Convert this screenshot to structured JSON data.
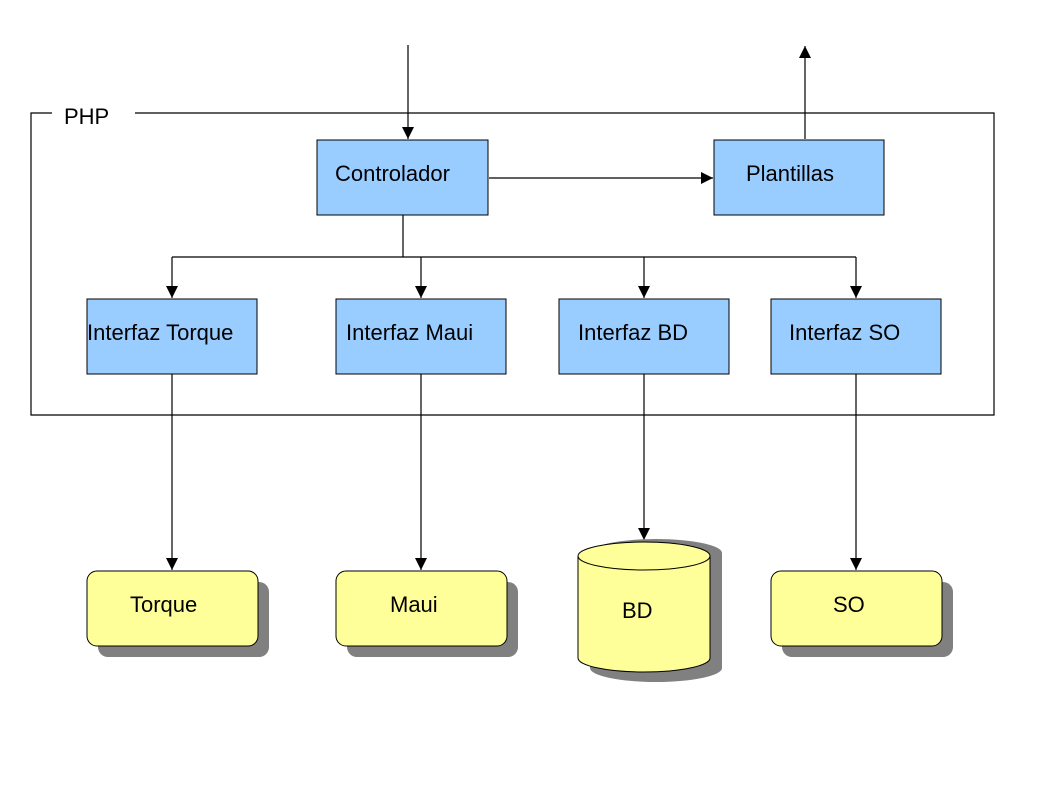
{
  "colors": {
    "module_fill": "#99ccff",
    "external_fill": "#ffff99",
    "shadow": "#808080",
    "line": "#000000"
  },
  "php_container": {
    "label": "PHP"
  },
  "modules": {
    "controlador": "Controlador",
    "plantillas": "Plantillas",
    "interfaz_torque": "Interfaz Torque",
    "interfaz_maui": "Interfaz Maui",
    "interfaz_bd": "Interfaz BD",
    "interfaz_so": "Interfaz SO"
  },
  "external": {
    "torque": "Torque",
    "maui": "Maui",
    "bd": "BD",
    "so": "SO"
  }
}
